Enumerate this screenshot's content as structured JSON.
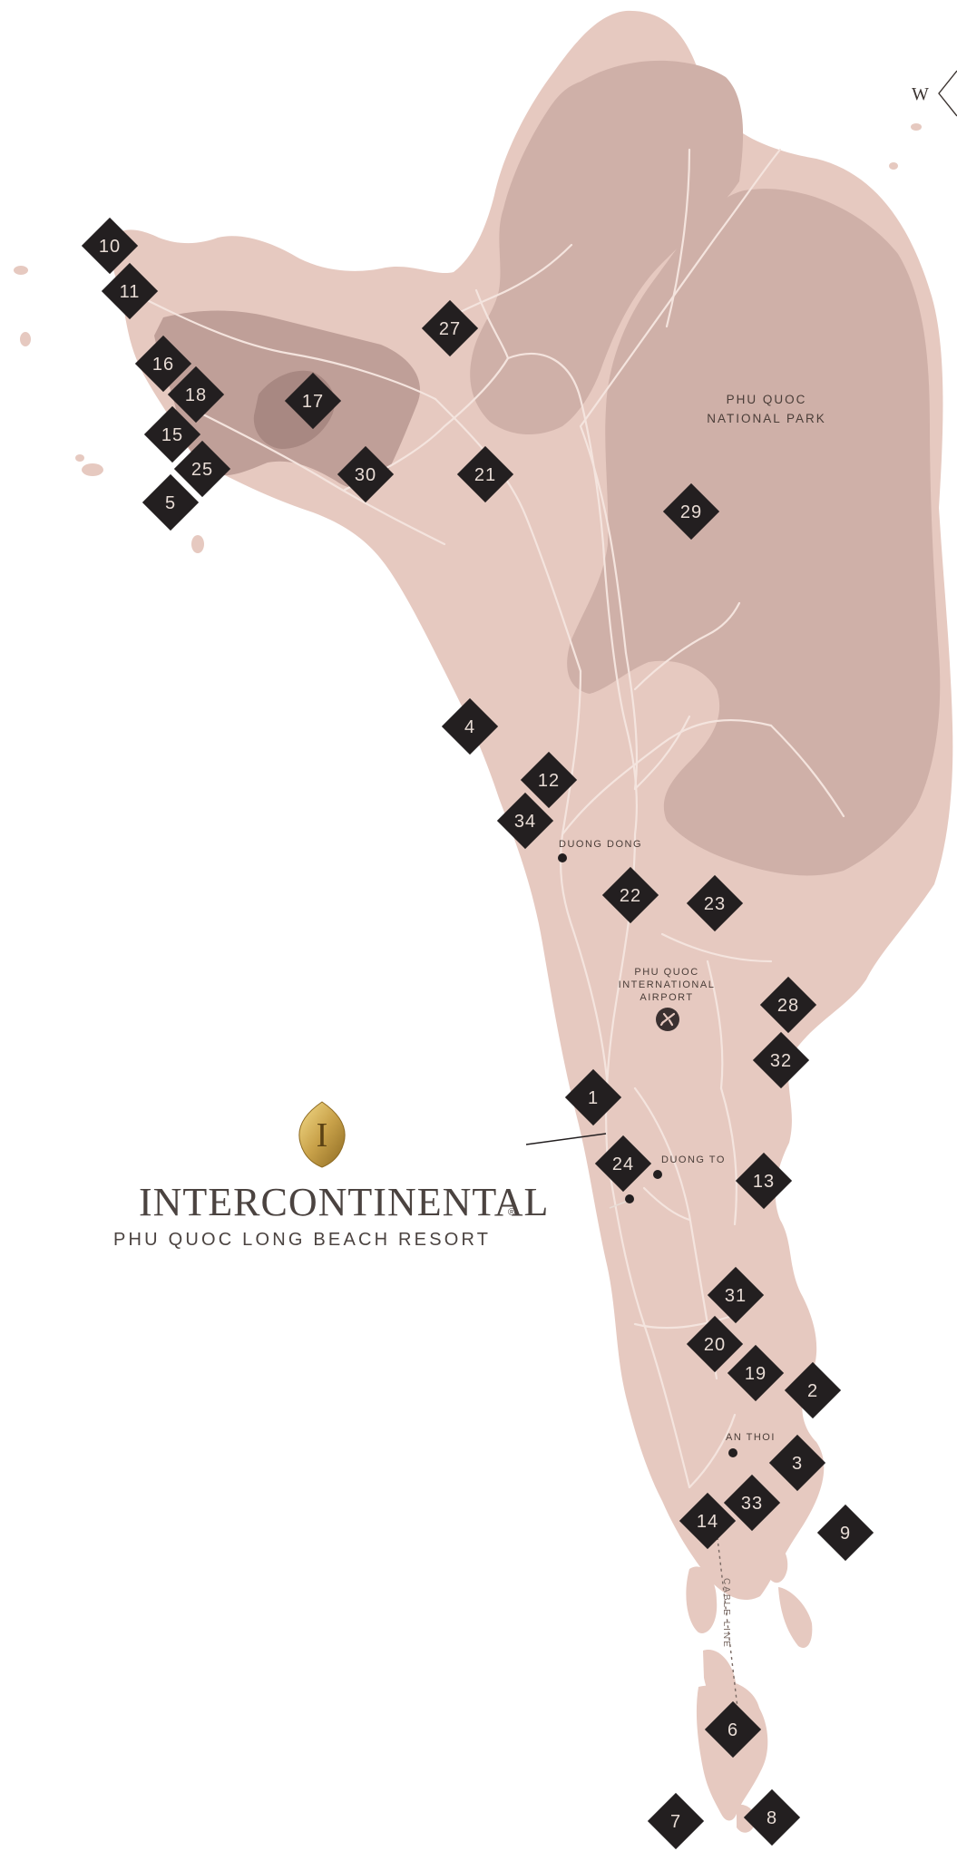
{
  "compass": {
    "west_label": "W"
  },
  "park": {
    "line1": "PHU QUOC",
    "line2": "NATIONAL PARK"
  },
  "places": {
    "duong_dong": "DUONG DONG",
    "airport_line1": "PHU QUOC",
    "airport_line2": "INTERNATIONAL",
    "airport_line3": "AIRPORT",
    "duong_to": "DUONG TO",
    "an_thoi": "AN THOI",
    "cable_line": "CABLE LINE"
  },
  "brand": {
    "logo_letter": "I",
    "name": "INTERCONTINENTAL",
    "registered": "®",
    "subtitle": "PHU QUOC LONG BEACH RESORT"
  },
  "markers": [
    {
      "label": "10"
    },
    {
      "label": "11"
    },
    {
      "label": "16"
    },
    {
      "label": "18"
    },
    {
      "label": "17"
    },
    {
      "label": "15"
    },
    {
      "label": "25"
    },
    {
      "label": "5"
    },
    {
      "label": "30"
    },
    {
      "label": "21"
    },
    {
      "label": "27"
    },
    {
      "label": "29"
    },
    {
      "label": "4"
    },
    {
      "label": "12"
    },
    {
      "label": "34"
    },
    {
      "label": "22"
    },
    {
      "label": "23"
    },
    {
      "label": "28"
    },
    {
      "label": "32"
    },
    {
      "label": "1"
    },
    {
      "label": "24"
    },
    {
      "label": "13"
    },
    {
      "label": "31"
    },
    {
      "label": "20"
    },
    {
      "label": "19"
    },
    {
      "label": "2"
    },
    {
      "label": "3"
    },
    {
      "label": "33"
    },
    {
      "label": "14"
    },
    {
      "label": "9"
    },
    {
      "label": "6"
    },
    {
      "label": "7"
    },
    {
      "label": "8"
    }
  ],
  "colors": {
    "land": "#e6c9c0",
    "park": "#cfb0a8",
    "hills": "#bf9f98",
    "peak": "#a88882",
    "roads": "#f4e4de",
    "marker": "#231f20",
    "marker_text": "#e8dcd5",
    "gold": "#c9a24a"
  }
}
